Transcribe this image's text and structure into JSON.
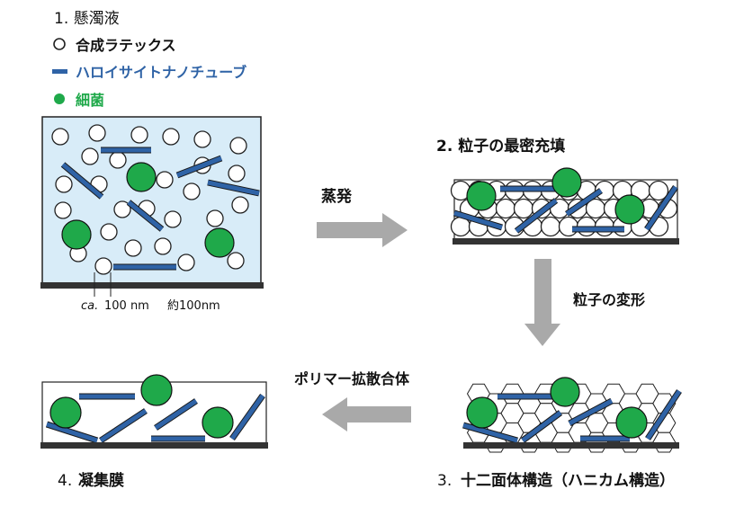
{
  "legend": {
    "suspension": "1. 懸濁液",
    "latex": "合成ラテックス",
    "halloysite": "ハロイサイトナノチューブ",
    "bacteria": "細菌"
  },
  "scale": {
    "prefix": "ca.",
    "value": "100 nm",
    "jp": "約100nm"
  },
  "steps": {
    "step2": "2. 粒子の最密充填",
    "step3_num": "3.",
    "step3": "十二面体構造（ハニカム構造）",
    "step4": "4. 凝集膜"
  },
  "arrows": {
    "evaporation": "蒸発",
    "deformation": "粒子の変形",
    "coalescence": "ポリマー拡散合体"
  },
  "colors": {
    "latex": "#ffffff",
    "halloysite": "#2f63a6",
    "bacteria": "#1fa94a",
    "liquid": "#d8ecf8",
    "substrate": "#333333",
    "arrow": "#a9a9a9",
    "legend_blue": "#2f63a6",
    "legend_green": "#1fa94a"
  }
}
